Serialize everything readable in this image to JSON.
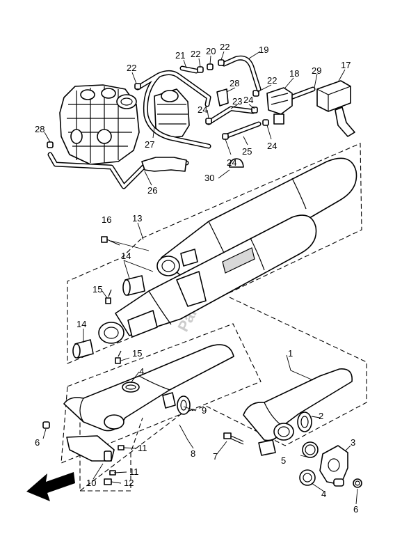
{
  "callouts": {
    "p1": "1",
    "p2": "2",
    "p3": "3",
    "p4a": "4",
    "p4b": "4",
    "p5": "5",
    "p6a": "6",
    "p6b": "6",
    "p7": "7",
    "p8": "8",
    "p9": "9",
    "p10": "10",
    "p11a": "11",
    "p11b": "11",
    "p12": "12",
    "p13": "13",
    "p14a": "14",
    "p14b": "14",
    "p15a": "15",
    "p15b": "15",
    "p16": "16",
    "p17": "17",
    "p18": "18",
    "p19": "19",
    "p20": "20",
    "p21": "21",
    "p22a": "22",
    "p22b": "22",
    "p22c": "22",
    "p22d": "22",
    "p23": "23",
    "p24a": "24",
    "p24b": "24",
    "p24c": "24",
    "p24d": "24",
    "p25": "25",
    "p26": "26",
    "p27": "27",
    "p28a": "28",
    "p28b": "28",
    "p29": "29",
    "p30": "30"
  },
  "watermark": "Partsrepublik",
  "icons": {
    "direction": "front-direction-arrow-icon",
    "gear": "gear-watermark-icon"
  }
}
